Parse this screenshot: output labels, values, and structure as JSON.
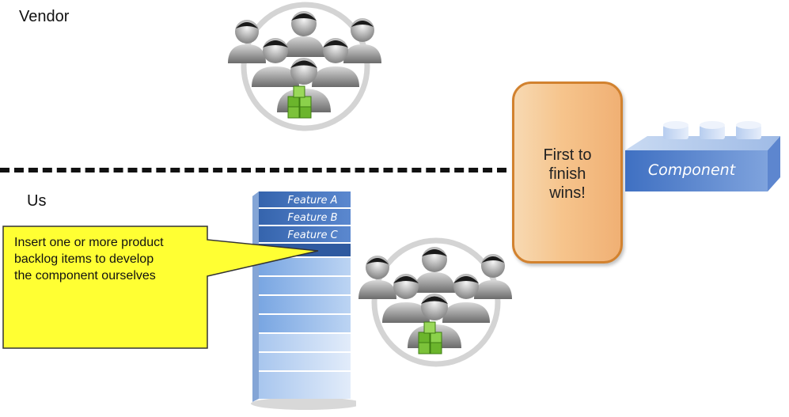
{
  "labels": {
    "vendor": "Vendor",
    "us": "Us"
  },
  "race_box": {
    "text_line1": "First to",
    "text_line2": "finish",
    "text_line3": "wins!"
  },
  "component": {
    "label": "Component"
  },
  "backlog": {
    "features": [
      "Feature A",
      "Feature B",
      "Feature C"
    ]
  },
  "callout": {
    "line1": "Insert one or more product",
    "line2": "backlog items to develop",
    "line3": "the component ourselves"
  },
  "colors": {
    "callout_fill": "#ffff33",
    "race_border": "#d2822f",
    "component_blue": "#4a7cc9",
    "cube_green": "#7cc23a"
  }
}
